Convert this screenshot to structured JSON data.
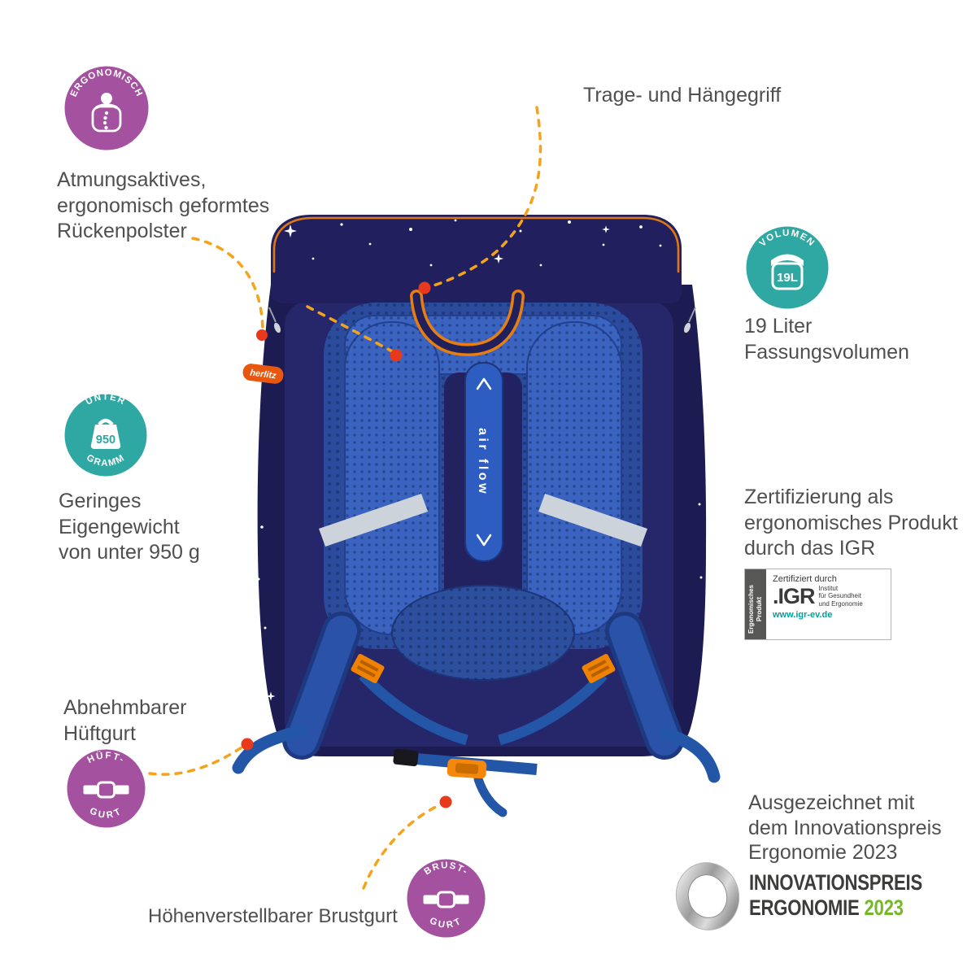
{
  "colors": {
    "accent_orange": "#f5a31b",
    "pointer_red": "#e8391d",
    "badge_purple": "#a4519f",
    "badge_teal": "#2fa8a3",
    "award_green": "#76b82a",
    "backpack_navy": "#26266b",
    "mesh_blue": "#3a64c0"
  },
  "badges": {
    "ergonomic": {
      "label": "ERGONOMISCH"
    },
    "volume": {
      "label": "VOLUMEN",
      "value": "19L"
    },
    "weight": {
      "top": "UNTER",
      "value": "950",
      "bottom": "GRAMM"
    },
    "hip": {
      "top": "HÜFT-",
      "bottom": "GURT"
    },
    "chest": {
      "top": "BRUST-",
      "bottom": "GURT"
    }
  },
  "annotations": {
    "back_pad": "Atmungsaktives,\nergonomisch geformtes\nRückenpolster",
    "handle": "Trage- und Hängegriff",
    "volume": "19 Liter\nFassungsvolumen",
    "weight": "Geringes\nEigengewicht\nvon unter 950 g",
    "certification": "Zertifizierung als\nergonomisches Produkt\ndurch das IGR",
    "hip_belt": "Abnehmbarer\nHüftgurt",
    "chest_strap": "Höhenverstellbarer Brustgurt",
    "award": "Ausgezeichnet mit\ndem Innovationspreis\nErgonomie 2023"
  },
  "igr_box": {
    "side_label": "Ergonomisches Produkt",
    "certified_by": "Zertifiziert durch",
    "logo": ".IGR",
    "institute": "Institut\nfür Gesundheit\nund Ergonomie",
    "url": "www.igr-ev.de"
  },
  "award_logo": {
    "line1": "INNOVATIONSPREIS",
    "line2": "ERGONOMIE",
    "year": "2023"
  },
  "backpack": {
    "air_flow": "air flow",
    "brand": "herlitz"
  }
}
